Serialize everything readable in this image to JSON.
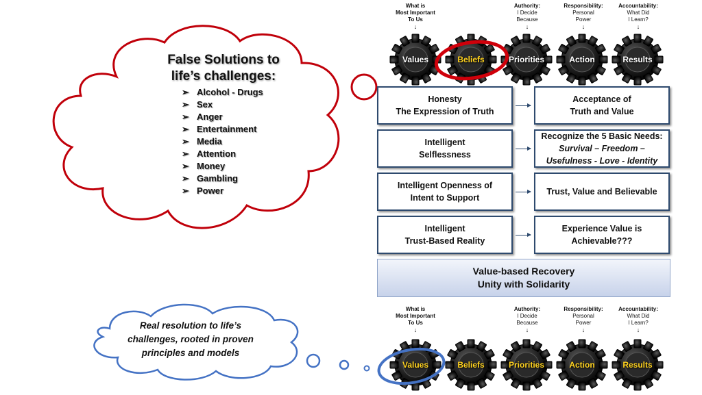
{
  "false_cloud": {
    "title_line1": "False Solutions to",
    "title_line2": "life’s challenges:",
    "bullet": "➢",
    "items": [
      "Alcohol - Drugs",
      "Sex",
      "Anger",
      "Entertainment",
      "Media",
      "Attention",
      "Money",
      "Gambling",
      "Power"
    ]
  },
  "real_cloud": {
    "line1": "Real resolution to life’s",
    "line2": "challenges, rooted in proven",
    "line3": "principles and models"
  },
  "captions": {
    "values": [
      "What is",
      "Most Important",
      "To Us"
    ],
    "priorities": [
      "Authority:",
      "I Decide",
      "Because"
    ],
    "action": [
      "Responsibility:",
      "Personal",
      "Power"
    ],
    "results": [
      "Accountability:",
      "What Did",
      "I Learn?"
    ]
  },
  "gears": {
    "values": "Values",
    "beliefs": "Beliefs",
    "priorities": "Priorities",
    "action": "Action",
    "results": "Results"
  },
  "rows": [
    {
      "left1": "Honesty",
      "left2": "The Expression of Truth",
      "right1": "Acceptance of",
      "right2": "Truth and Value"
    },
    {
      "left1": "Intelligent",
      "left2": "Selflessness",
      "right1": "Recognize the 5 Basic Needs:",
      "right2": "Survival – Freedom –",
      "right3": "Usefulness - Love  - Identity"
    },
    {
      "left1": "Intelligent Openness of",
      "left2": "Intent to Support",
      "right1": "Trust, Value and Believable"
    },
    {
      "left1": "Intelligent",
      "left2": "Trust-Based Reality",
      "right1": "Experience Value is",
      "right2": "Achievable???"
    }
  ],
  "banner": {
    "line1": "Value-based  Recovery",
    "line2": "Unity with Solidarity"
  },
  "colors": {
    "red": "#c0000a",
    "blue": "#4472c4",
    "gear_dark": "#1a1a1a",
    "gear_text": "#ffffff",
    "highlight": "#ffd21e",
    "box_border": "#2e4a6e"
  }
}
